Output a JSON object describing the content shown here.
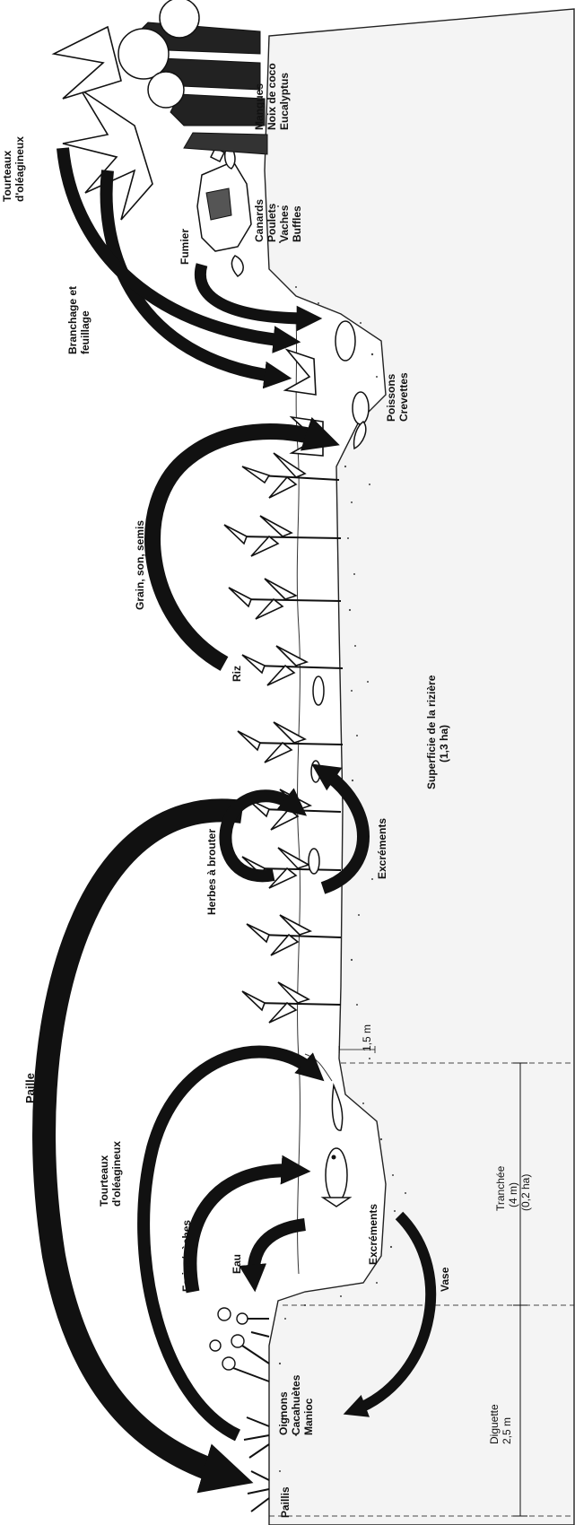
{
  "labels": {
    "paillis": "Paillis",
    "paille": "Paille",
    "tourteaux_left": [
      "Tourteaux",
      "d'oléagineux"
    ],
    "farine": "Farine/sèches",
    "eau": "Eau",
    "vase": "Vase",
    "excrements_trench": "Excréments",
    "crops": [
      "Oignons",
      "Cacahuètes",
      "Manioc"
    ],
    "herbes": "Herbes à brouter",
    "excrements_field": "Excréments",
    "grain": "Grain, son, semis",
    "riz": "Riz",
    "superficie": [
      "Superficie de la rizière",
      "(1,3 ha)"
    ],
    "branchage": [
      "Branchage et",
      "feuillage"
    ],
    "tourteaux_top": [
      "Tourteaux",
      "d'oléagineux"
    ],
    "fumier": "Fumier",
    "poissons": [
      "Poissons",
      "Crevettes"
    ],
    "animals": [
      "Canards",
      "Poulets",
      "Vaches",
      "Buffles"
    ],
    "trees": [
      "Mangues",
      "Noix de coco",
      "Eucalyptus"
    ]
  },
  "dimensions": {
    "diguette": [
      "Diguette",
      "2,5 m"
    ],
    "tranchee": [
      "Tranchée",
      "(4 m)",
      "(0,2 ha)"
    ],
    "depth": "1,5 m"
  }
}
